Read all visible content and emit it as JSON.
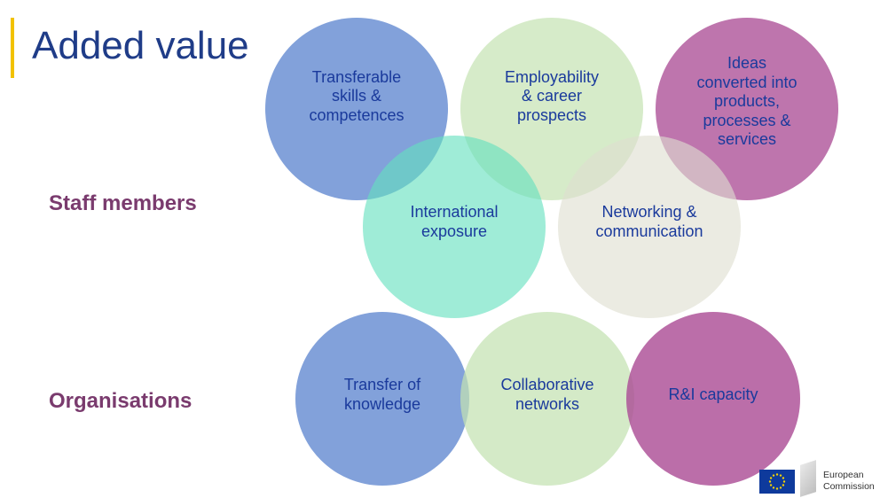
{
  "title": "Added value",
  "rows": {
    "staff": "Staff members",
    "organisations": "Organisations"
  },
  "staff_circles": [
    {
      "label": "Transferable\nskills &\ncompetences",
      "color": "#6f8fd6"
    },
    {
      "label": "Employability\n& career\nprospects",
      "color": "#c6e3b5"
    },
    {
      "label": "Ideas\nconverted into\nproducts,\nprocesses &\nservices",
      "color": "#b25a99"
    },
    {
      "label": "International\nexposure",
      "color": "#7fe6c6"
    },
    {
      "label": "Networking &\ncommunication",
      "color": "#e4e4d8"
    }
  ],
  "organisation_circles": [
    {
      "label": "Transfer of\nknowledge",
      "color": "#6f8fd6"
    },
    {
      "label": "Collaborative\nnetworks",
      "color": "#c6e3b5"
    },
    {
      "label": "R&I capacity",
      "color": "#b25a99"
    }
  ],
  "logo": {
    "line1": "European",
    "line2": "Commission",
    "icon": "eu-flag-icon"
  },
  "colors": {
    "title": "#1f3c88",
    "row_labels": "#7a3b6e",
    "circle_text": "#1a3a9c",
    "accent_bar": "#f2c200"
  }
}
